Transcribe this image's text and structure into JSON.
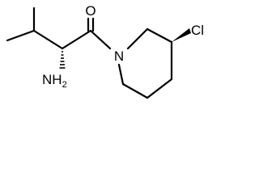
{
  "molecule": {
    "atom_labels": {
      "carbonyl_oxygen": "O",
      "amine": {
        "element": "NH",
        "subscript": "2"
      },
      "ring_nitrogen": "N",
      "chlorine": "Cl"
    },
    "stereo": {
      "alpha_carbon": "hashed-wedge",
      "ring_carbon": "solid-wedge"
    }
  }
}
